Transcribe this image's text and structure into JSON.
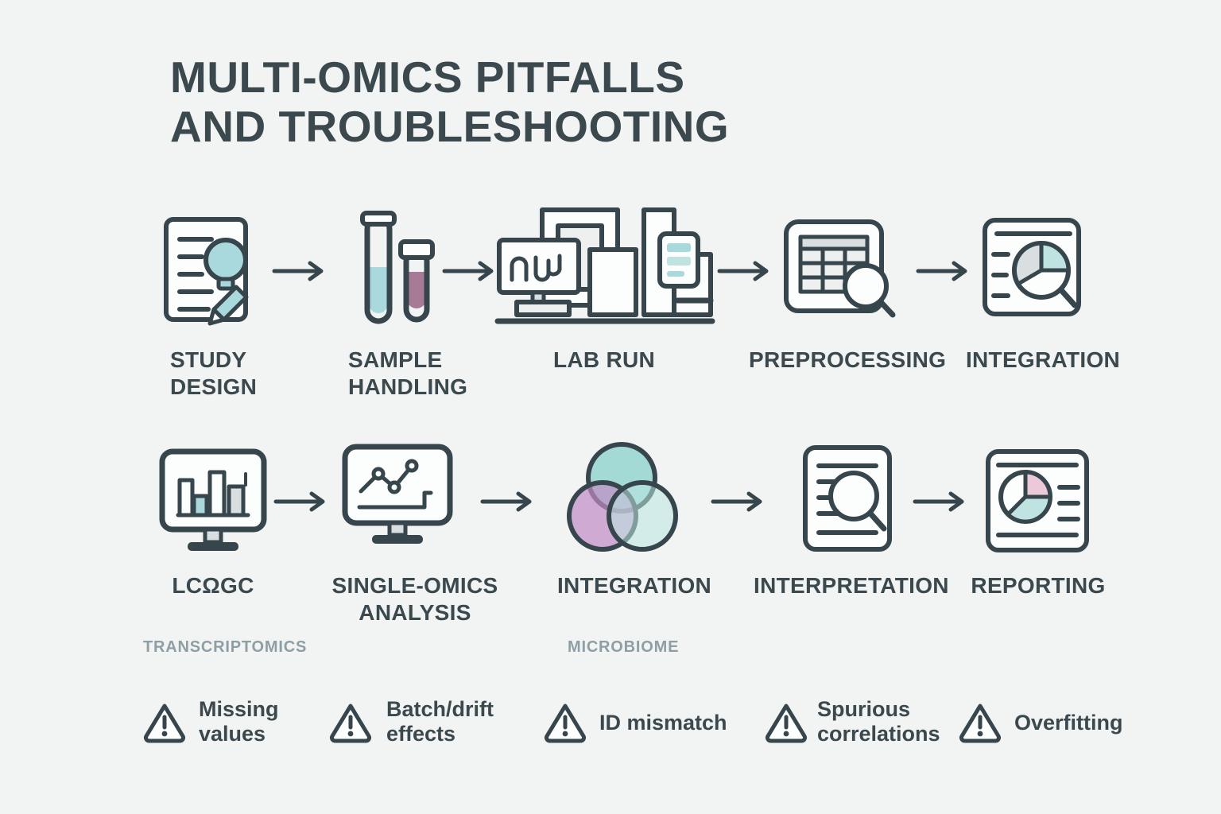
{
  "title": {
    "line1": "MULTI-OMICS PITFALLS",
    "line2": "AND TROUBLESHOOTING"
  },
  "colors": {
    "background": "#f2f4f3",
    "ink": "#37454c",
    "label": "#3b484e",
    "muted_label": "#8f9ea4",
    "teal": "#a9d9dc",
    "teal_soft": "#bfe3e0",
    "teal_light": "#c9eae5",
    "mauve": "#a77a96",
    "purple": "#c495c8",
    "pink": "#ecc9d9",
    "gray_fill": "#d9dfe0",
    "panel_fill": "#edf0ef",
    "white": "#fcfdfd"
  },
  "row1": {
    "steps": [
      {
        "label": "STUDY\nDESIGN",
        "icon": "document-lightbulb-pencil-icon"
      },
      {
        "label": "SAMPLE\nHANDLING",
        "icon": "test-tubes-icon"
      },
      {
        "label": "LAB RUN",
        "icon": "lab-instrument-icon"
      },
      {
        "label": "PREPROCESSING",
        "icon": "table-magnifier-icon"
      },
      {
        "label": "INTEGRATION",
        "icon": "pie-chart-magnifier-icon"
      }
    ]
  },
  "row2": {
    "steps": [
      {
        "label": "LCΩGC",
        "icon": "bar-chart-monitor-icon",
        "sublabel": "TRANSCRIPTOMICS"
      },
      {
        "label": "SINGLE-OMICS\nANALYSIS",
        "icon": "line-chart-monitor-icon"
      },
      {
        "label": "INTEGRATION",
        "icon": "venn-diagram-icon",
        "sublabel": "MICROBIOME"
      },
      {
        "label": "INTERPRETATION",
        "icon": "document-magnifier-icon"
      },
      {
        "label": "REPORTING",
        "icon": "report-pie-icon"
      }
    ]
  },
  "pitfalls": {
    "items": [
      {
        "label": "Missing\nvalues",
        "icon": "warning-triangle-icon"
      },
      {
        "label": "Batch/drift\neffects",
        "icon": "warning-triangle-icon"
      },
      {
        "label": "ID mismatch",
        "icon": "warning-triangle-icon"
      },
      {
        "label": "Spurious\ncorrelations",
        "icon": "warning-triangle-icon"
      },
      {
        "label": "Overfitting",
        "icon": "warning-triangle-icon"
      }
    ]
  }
}
